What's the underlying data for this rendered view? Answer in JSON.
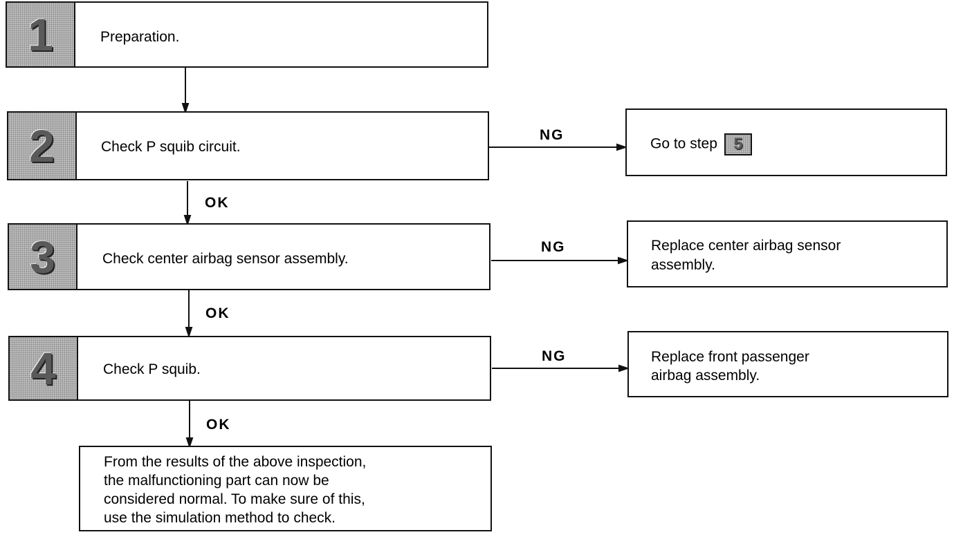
{
  "steps": [
    {
      "number": "1",
      "text": "Preparation."
    },
    {
      "number": "2",
      "text": "Check P squib circuit."
    },
    {
      "number": "3",
      "text": "Check center airbag sensor assembly."
    },
    {
      "number": "4",
      "text": "Check P squib."
    }
  ],
  "ng_label": "NG",
  "ok_label": "OK",
  "outcomes": {
    "step2": {
      "text": "Go to step",
      "badge": "5"
    },
    "step3": {
      "line1": "Replace center airbag sensor",
      "line2": "assembly."
    },
    "step4": {
      "line1": "Replace front passenger",
      "line2": "airbag assembly."
    }
  },
  "final": {
    "line1": "From the results of the above inspection,",
    "line2": "the malfunctioning part can now be",
    "line3": "considered normal. To make sure of this,",
    "line4": "use the simulation method to check."
  }
}
